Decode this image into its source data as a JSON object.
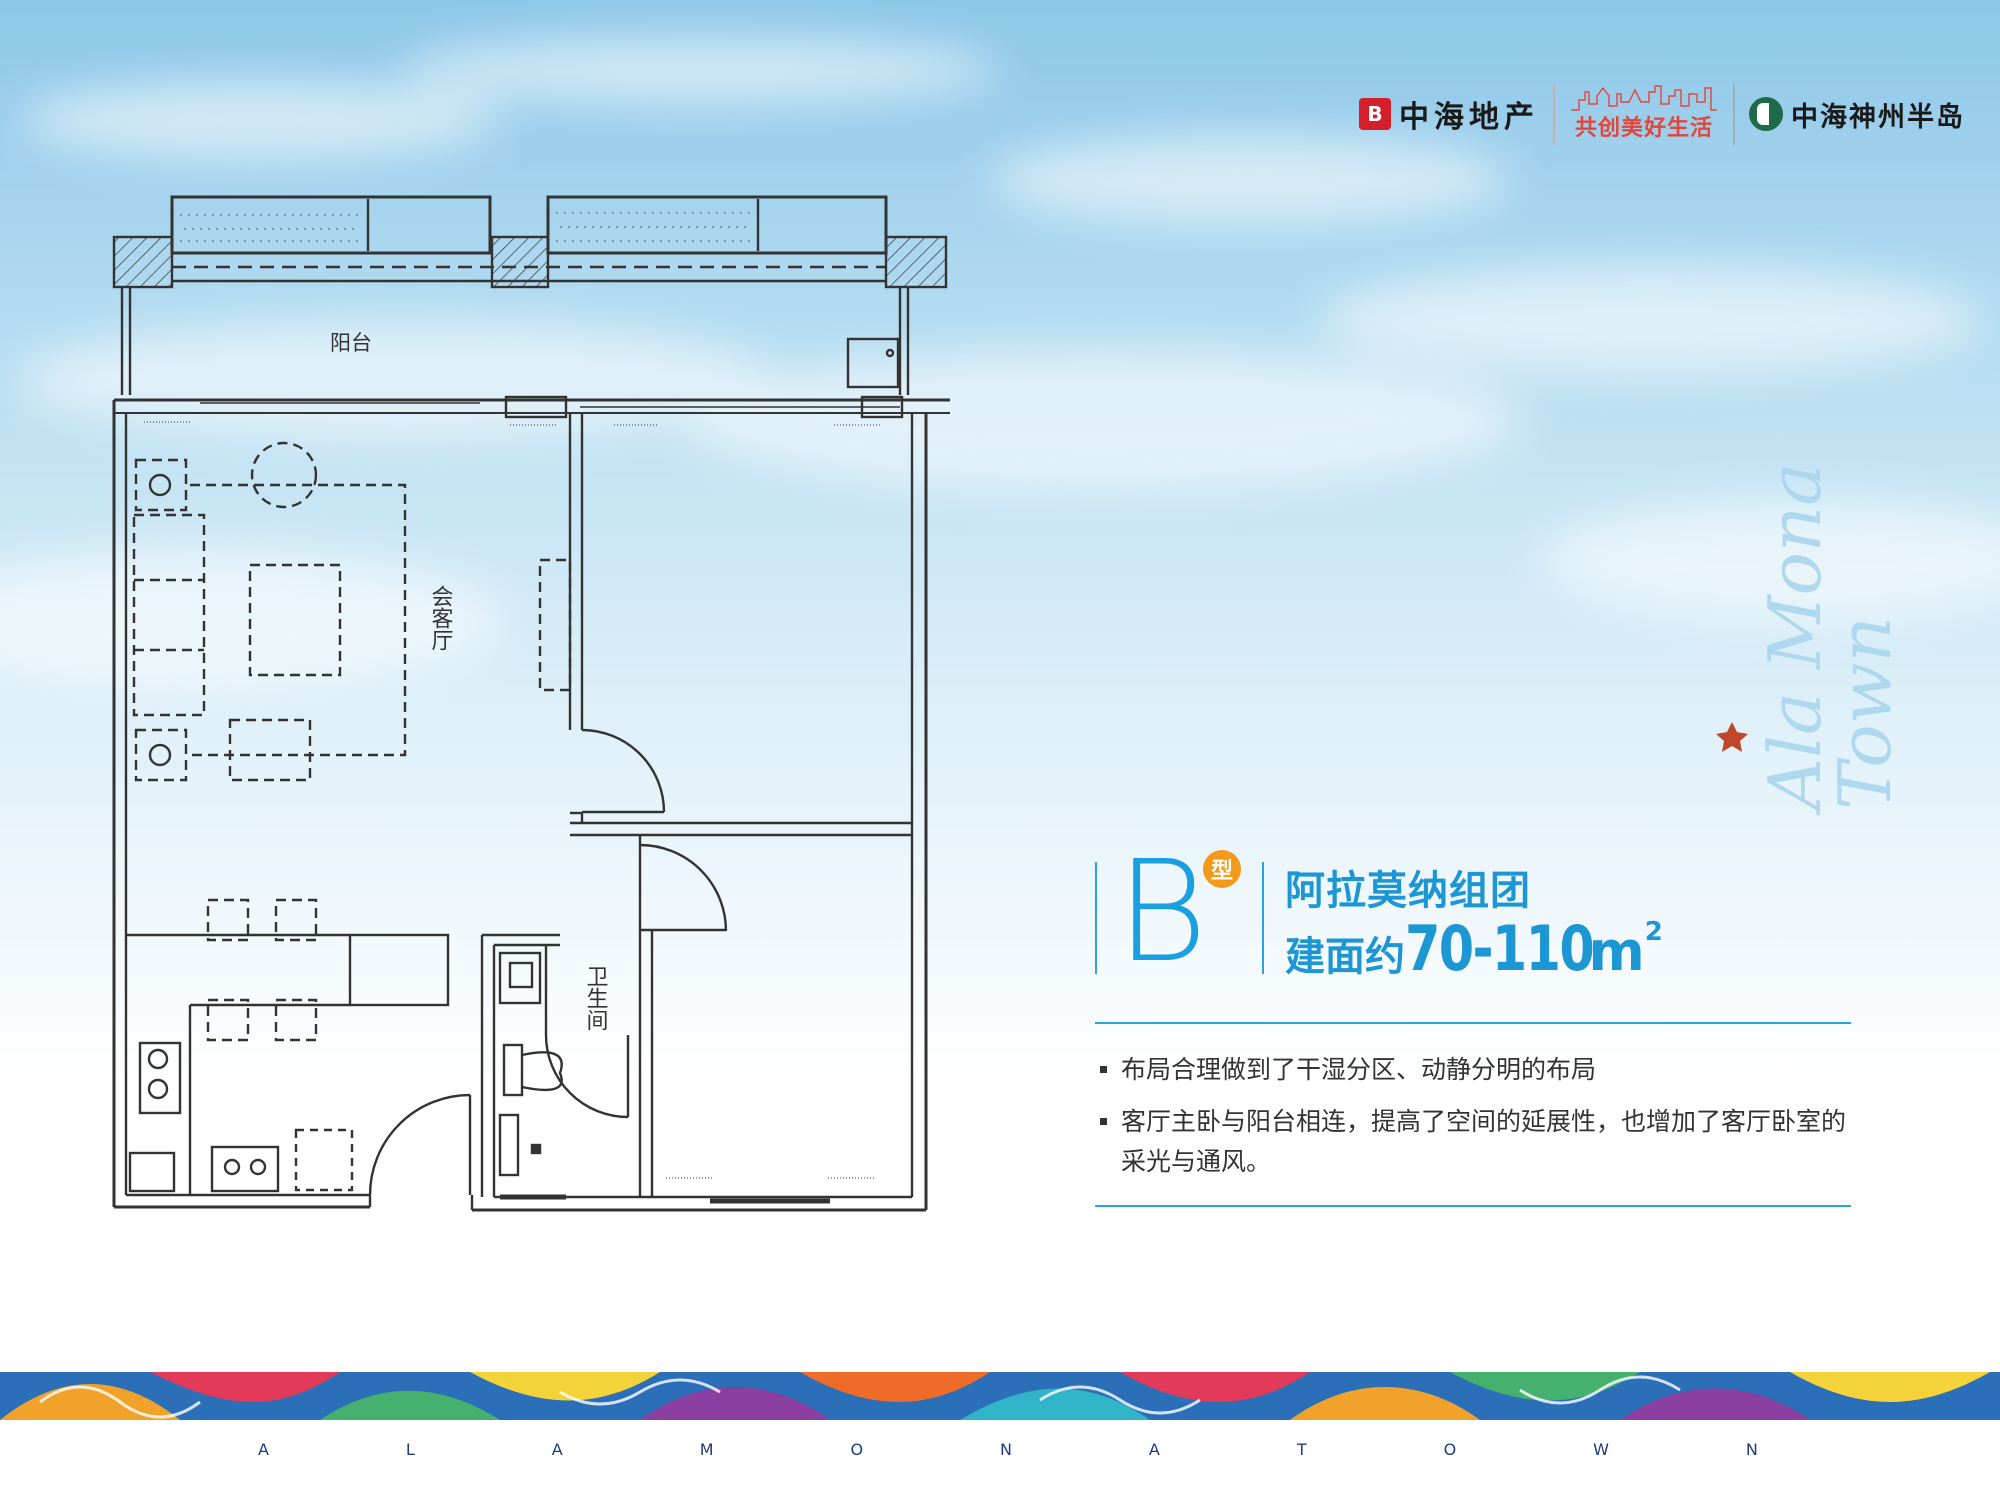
{
  "header": {
    "developer_logo_text": "中海地产",
    "developer_logo_mark": "B",
    "slogan": "共创美好生活",
    "project_logo_text": "中海神州半岛"
  },
  "plan": {
    "balcony": "阳台",
    "living_room": "会客厅",
    "bathroom": "卫生间"
  },
  "script_text": {
    "line1": "Ala Mona",
    "line2": "Town"
  },
  "unit": {
    "letter": "B",
    "type_label": "型",
    "group_name": "阿拉莫纳组团",
    "area_prefix": "建面约",
    "area_value": "70-110",
    "area_unit": "m",
    "area_power": "2"
  },
  "features": [
    "布局合理做到了干湿分区、动静分明的布局",
    "客厅主卧与阳台相连，提高了空间的延展性，也增加了客厅卧室的采光与通风。"
  ],
  "footer_letters": [
    "A",
    "L",
    "A",
    "M",
    "O",
    "N",
    "A",
    "T",
    "O",
    "W",
    "N"
  ],
  "colors": {
    "accent": "#1d96d4",
    "badge": "#f39a1b",
    "brand_red": "#d4202c"
  }
}
